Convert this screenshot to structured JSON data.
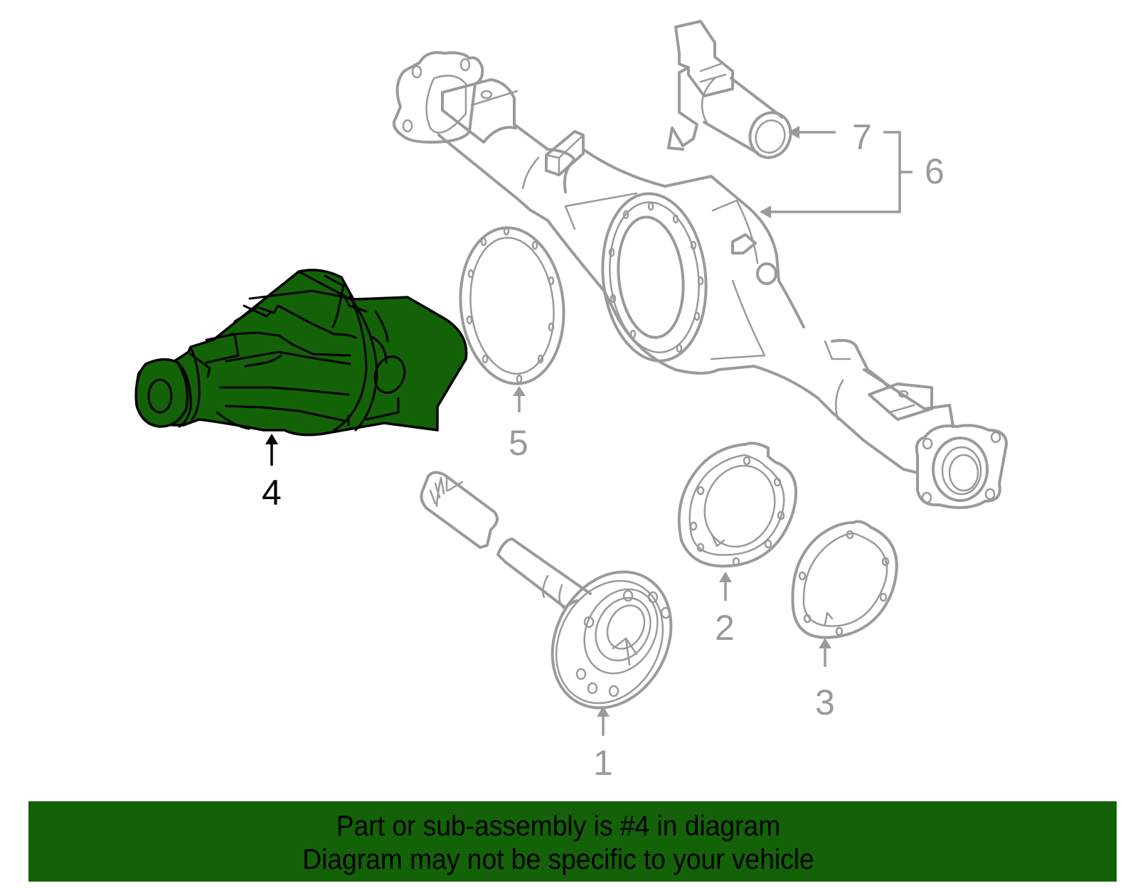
{
  "diagram": {
    "callouts": [
      {
        "number": "1",
        "part": "axle-shaft",
        "highlighted": false
      },
      {
        "number": "2",
        "part": "seal-retainer",
        "highlighted": false
      },
      {
        "number": "3",
        "part": "gasket",
        "highlighted": false
      },
      {
        "number": "4",
        "part": "differential-carrier",
        "highlighted": true
      },
      {
        "number": "5",
        "part": "carrier-gasket",
        "highlighted": false
      },
      {
        "number": "6",
        "part": "axle-housing-assembly",
        "highlighted": false
      },
      {
        "number": "7",
        "part": "breather-bracket",
        "highlighted": false
      }
    ],
    "colors": {
      "highlight": "#136207",
      "outline_gray": "#9a9a9a",
      "outline_black": "#000000",
      "background": "#ffffff"
    }
  },
  "banner": {
    "line1": "Part or sub-assembly is #4 in diagram",
    "line2": "Diagram may not be specific to your vehicle",
    "background": "#136207"
  }
}
